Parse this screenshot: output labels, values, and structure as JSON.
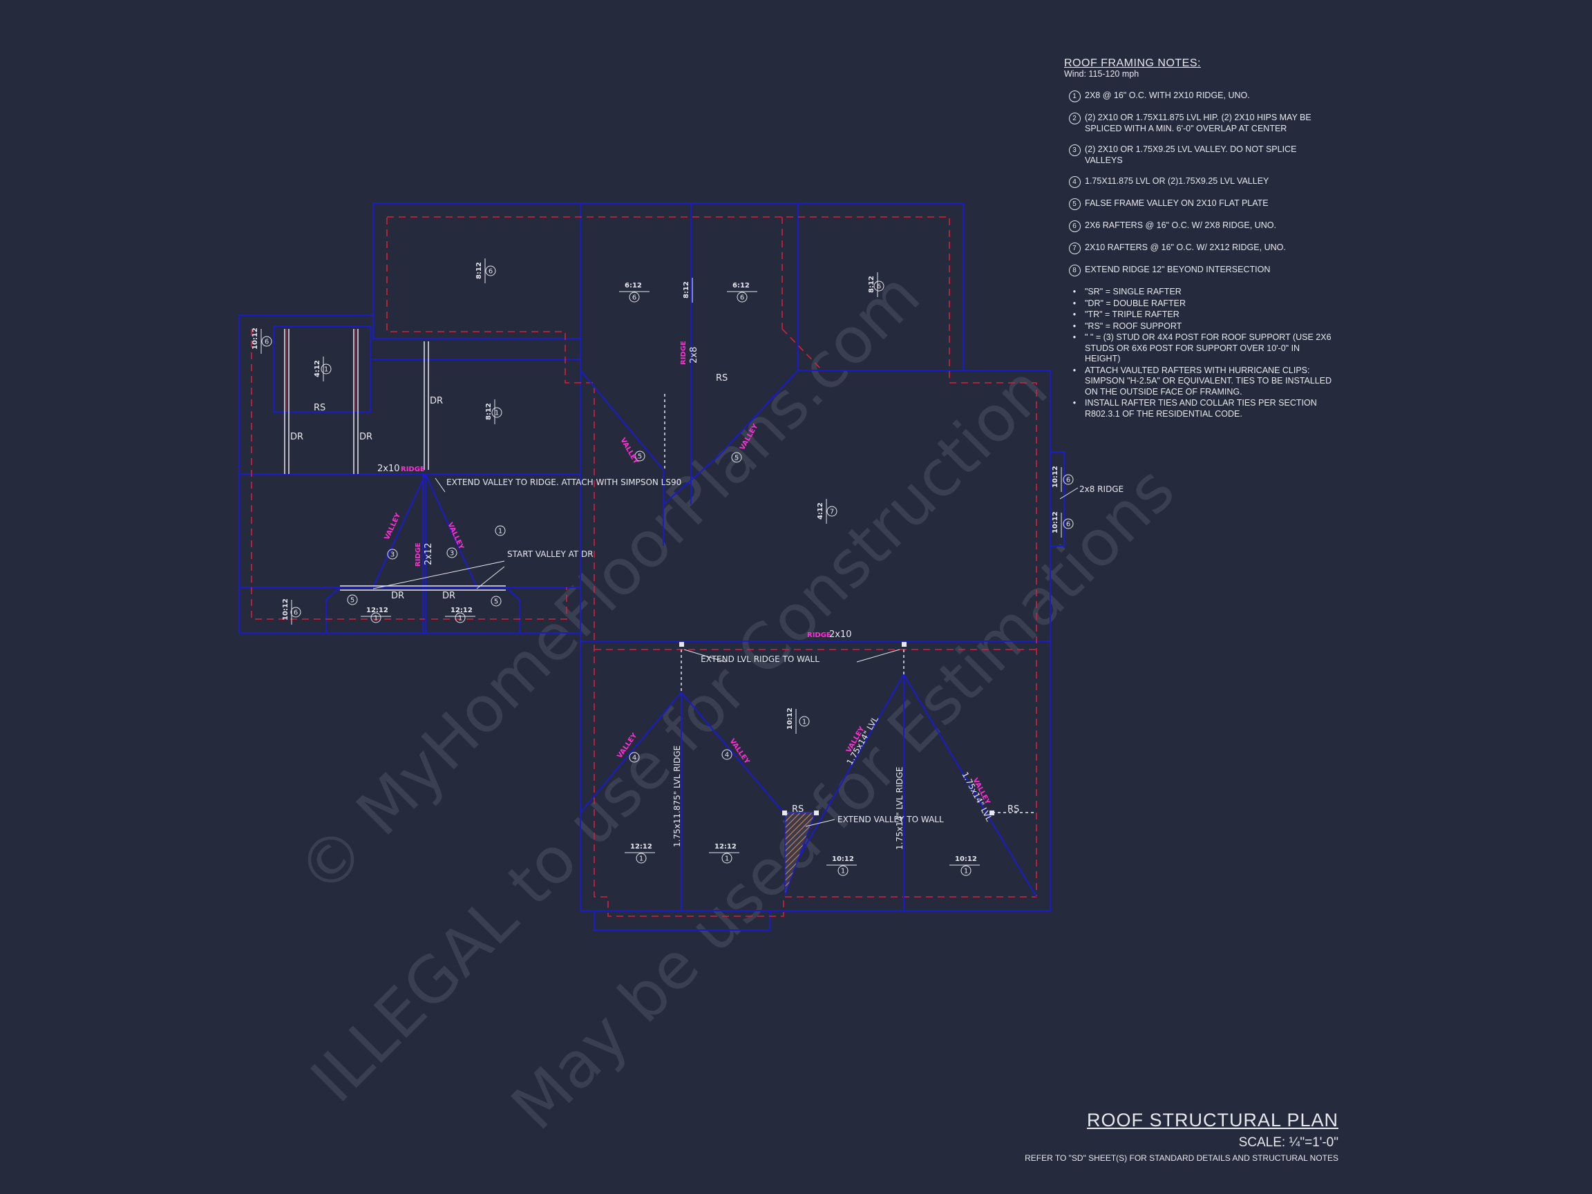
{
  "notes": {
    "title": "ROOF FRAMING NOTES:",
    "subtitle": "Wind: 115-120 mph",
    "items": [
      {
        "num": "1",
        "text": "2x8 @ 16\" O.C. WITH 2x10 RIDGE, UNO."
      },
      {
        "num": "2",
        "text": "(2) 2x10 OR 1.75x11.875 LVL HIP. (2) 2x10 HIPS MAY BE SPLICED WITH A MIN. 6'-0\" OVERLAP AT CENTER"
      },
      {
        "num": "3",
        "text": "(2) 2x10 OR 1.75x9.25 LVL VALLEY. DO NOT SPLICE VALLEYS"
      },
      {
        "num": "4",
        "text": "1.75x11.875 LVL OR (2)1.75x9.25 LVL VALLEY"
      },
      {
        "num": "5",
        "text": "FALSE FRAME VALLEY ON 2x10 FLAT PLATE"
      },
      {
        "num": "6",
        "text": "2x6 RAFTERS @ 16\" O.C. W/ 2x8 RIDGE, UNO."
      },
      {
        "num": "7",
        "text": "2x10 RAFTERS @ 16\" O.C. W/ 2x12 RIDGE, UNO."
      },
      {
        "num": "8",
        "text": "EXTEND RIDGE 12\" BEYOND INTERSECTION"
      }
    ],
    "bullets": [
      "\"SR\" = SINGLE RAFTER",
      "\"DR\" = DOUBLE RAFTER",
      "\"TR\" = TRIPLE RAFTER",
      "\"RS\" = ROOF SUPPORT",
      "\" \" = (3) STUD OR 4x4 POST FOR ROOF SUPPORT (USE 2X6 STUDS OR 6X6 POST FOR SUPPORT OVER 10'-0\" IN HEIGHT)",
      "ATTACH VAULTED RAFTERS WITH HURRICANE CLIPS: SIMPSON \"H-2.5A\" OR EQUIVALENT. TIES TO BE INSTALLED ON THE OUTSIDE FACE OF FRAMING.",
      "INSTALL RAFTER TIES AND COLLAR TIES PER SECTION R802.3.1 OF THE RESIDENTIAL CODE."
    ]
  },
  "titleblock": {
    "title": "ROOF STRUCTURAL PLAN",
    "scale": "SCALE: ¼\"=1'-0\"",
    "refer": "REFER TO \"SD\" SHEET(S) FOR STANDARD DETAILS AND STRUCTURAL NOTES"
  },
  "watermark": {
    "line1": "© MyHomeFloorPlans.com",
    "line2": "ILLEGAL to use for Construction",
    "line3": "May be used for Estimations"
  },
  "plan": {
    "labels": {
      "valley": "VALLEY",
      "ridge": "RIDGE",
      "rs": "RS",
      "dr": "DR",
      "ridge_2x10_left": "2x10",
      "ridge_2x10_mid": "2x10",
      "ridge_2x8": "2x8",
      "ridge_2x12": "2x12",
      "ridge_2x8_side": "2x8 RIDGE",
      "extend_valley": "EXTEND VALLEY TO RIDGE. ATTACH WITH SIMPSON LS90",
      "start_valley": "START VALLEY AT DR",
      "extend_lvl": "EXTEND LVL RIDGE TO WALL",
      "extend_valley_wall": "EXTEND VALLEY TO WALL",
      "lvl_11875_ridge": "1.75x11.875\" LVL RIDGE",
      "lvl_14_ridge": "1.75x14\" LVL RIDGE",
      "lvl_14": "1.75x14\" LVL"
    },
    "pitches": [
      "8:12",
      "8:12",
      "8:12",
      "8:12",
      "10:12",
      "4:12",
      "6:12",
      "6:12",
      "12:12",
      "12:12",
      "10:12",
      "4:12",
      "10:12",
      "10:12",
      "10:12",
      "12:12",
      "12:12",
      "10:12",
      "10:12"
    ],
    "callouts": [
      "1",
      "2",
      "3",
      "4",
      "5",
      "6",
      "7",
      "8"
    ]
  },
  "colors": {
    "background": "#252a3c",
    "wall": "#1a1ccc",
    "dashed": "#d8203a",
    "magenta": "#ff2fd6",
    "text": "#e8e8f0"
  }
}
